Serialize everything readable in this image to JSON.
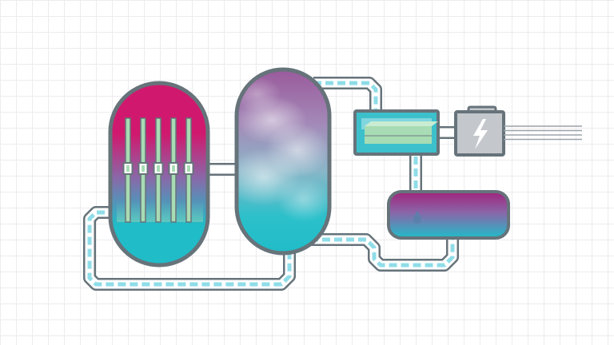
{
  "diagram": {
    "kind": "nuclear-power-plant-schematic",
    "text_labels": [],
    "colors": {
      "background": "#ffffff",
      "grid": "#ececf0",
      "outline": "#66737a",
      "magenta": "#d0196e",
      "purple": "#9a5a9c",
      "teal": "#20bcc8",
      "coolant_dash": "#8fdde8",
      "rod_green": "#a8dcb4",
      "turbine_blue": "#3cc0cc",
      "generator_gray": "#c4c8cc"
    },
    "components": [
      {
        "id": "reactor-vessel",
        "icon": "reactor-core-with-control-rods",
        "control_rod_count": 5
      },
      {
        "id": "steam-generator",
        "icon": "steam-cloud-vessel"
      },
      {
        "id": "turbine",
        "icon": "turbine-box"
      },
      {
        "id": "generator",
        "icon": "lightning-bolt-icon"
      },
      {
        "id": "condenser",
        "icon": "water-drop-icon"
      },
      {
        "id": "power-lines",
        "icon": "transmission-lines",
        "line_count": 4
      }
    ],
    "connections": [
      {
        "from": "reactor-vessel",
        "to": "steam-generator",
        "type": "primary-loop"
      },
      {
        "from": "steam-generator",
        "to": "turbine",
        "type": "steam-line"
      },
      {
        "from": "turbine",
        "to": "condenser",
        "type": "exhaust"
      },
      {
        "from": "condenser",
        "to": "steam-generator",
        "type": "feedwater"
      },
      {
        "from": "turbine",
        "to": "generator",
        "type": "shaft"
      },
      {
        "from": "generator",
        "to": "power-lines",
        "type": "electric"
      }
    ]
  }
}
